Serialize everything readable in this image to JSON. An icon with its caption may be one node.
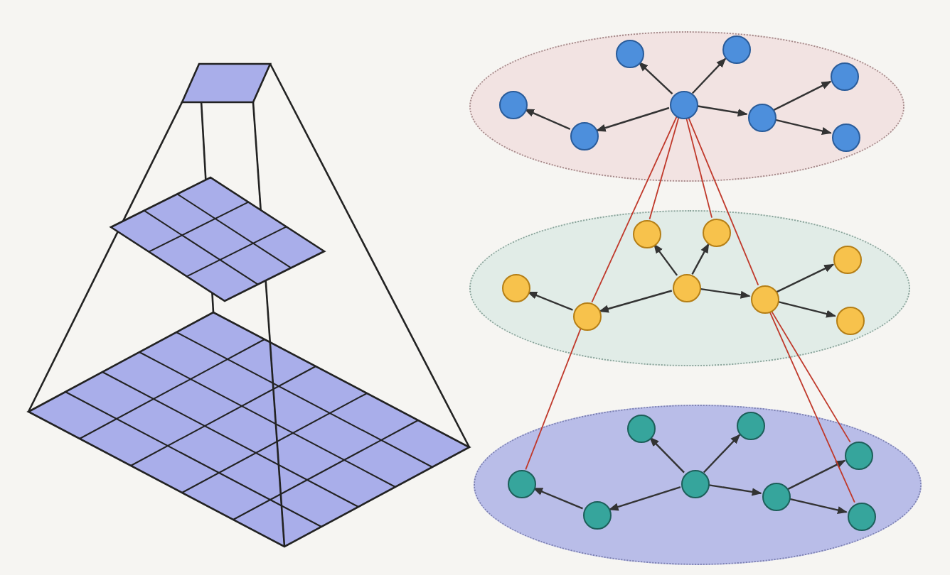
{
  "diagram": {
    "nodes": [
      {
        "text": [],
        "shape": "ellipse"
      },
      {
        "text": [],
        "shape": "circle",
        "in": 0
      },
      {
        "text": [],
        "shape": "circle",
        "in": 0
      },
      {
        "text": [],
        "shape": "circle",
        "in": 0
      },
      {
        "text": [],
        "shape": "circle",
        "in": 0
      },
      {
        "text": [],
        "shape": "circle",
        "in": 0
      },
      {
        "text": [],
        "shape": "circle",
        "in": 0
      },
      {
        "text": [],
        "shape": "circle",
        "in": 0
      },
      {
        "text": [],
        "shape": "circle",
        "in": 0
      },
      {
        "text": [],
        "shape": "ellipse"
      },
      {
        "text": [],
        "shape": "circle",
        "in": 9
      },
      {
        "text": [],
        "shape": "circle",
        "in": 9
      },
      {
        "text": [],
        "shape": "circle",
        "in": 9
      },
      {
        "text": [],
        "shape": "circle",
        "in": 9
      },
      {
        "text": [],
        "shape": "circle",
        "in": 9
      },
      {
        "text": [],
        "shape": "circle",
        "in": 9
      },
      {
        "text": [],
        "shape": "circle",
        "in": 9
      },
      {
        "text": [],
        "shape": "circle",
        "in": 9
      },
      {
        "text": [],
        "shape": "ellipse"
      },
      {
        "text": [],
        "shape": "circle",
        "in": 18
      },
      {
        "text": [],
        "shape": "circle",
        "in": 18
      },
      {
        "text": [],
        "shape": "circle",
        "in": 18
      },
      {
        "text": [],
        "shape": "circle",
        "in": 18
      },
      {
        "text": [],
        "shape": "circle",
        "in": 18
      },
      {
        "text": [],
        "shape": "circle",
        "in": 18
      },
      {
        "text": [],
        "shape": "circle",
        "in": 18
      },
      {
        "text": [],
        "shape": "circle",
        "in": 18
      }
    ],
    "edges": [
      {
        "from": 5,
        "to": 1,
        "arrow": "to"
      },
      {
        "from": 5,
        "to": 2,
        "arrow": "to"
      },
      {
        "from": 5,
        "to": 7,
        "arrow": "to"
      },
      {
        "from": 7,
        "to": 4,
        "arrow": "to"
      },
      {
        "from": 5,
        "to": 6,
        "arrow": "to"
      },
      {
        "from": 6,
        "to": 3,
        "arrow": "to"
      },
      {
        "from": 6,
        "to": 8,
        "arrow": "to"
      },
      {
        "from": 14,
        "to": 10,
        "arrow": "to"
      },
      {
        "from": 14,
        "to": 11,
        "arrow": "to"
      },
      {
        "from": 14,
        "to": 16,
        "arrow": "to"
      },
      {
        "from": 16,
        "to": 13,
        "arrow": "to"
      },
      {
        "from": 14,
        "to": 15,
        "arrow": "to"
      },
      {
        "from": 15,
        "to": 12,
        "arrow": "to"
      },
      {
        "from": 15,
        "to": 17,
        "arrow": "to"
      },
      {
        "from": 23,
        "to": 19,
        "arrow": "to"
      },
      {
        "from": 23,
        "to": 20,
        "arrow": "to"
      },
      {
        "from": 23,
        "to": 25,
        "arrow": "to"
      },
      {
        "from": 25,
        "to": 22,
        "arrow": "to"
      },
      {
        "from": 23,
        "to": 24,
        "arrow": "to"
      },
      {
        "from": 24,
        "to": 21,
        "arrow": "to"
      },
      {
        "from": 24,
        "to": 26,
        "arrow": "to"
      },
      {
        "from": 5,
        "to": 10,
        "arrow": "none",
        "color": "#c0392b"
      },
      {
        "from": 5,
        "to": 16,
        "arrow": "none",
        "color": "#c0392b"
      },
      {
        "from": 5,
        "to": 11,
        "arrow": "none",
        "color": "#c0392b"
      },
      {
        "from": 5,
        "to": 15,
        "arrow": "none",
        "color": "#c0392b"
      },
      {
        "from": 16,
        "to": 22,
        "arrow": "none",
        "color": "#c0392b"
      },
      {
        "from": 15,
        "to": 21,
        "arrow": "none",
        "color": "#c0392b"
      },
      {
        "from": 15,
        "to": 26,
        "arrow": "none",
        "color": "#c0392b"
      }
    ]
  }
}
